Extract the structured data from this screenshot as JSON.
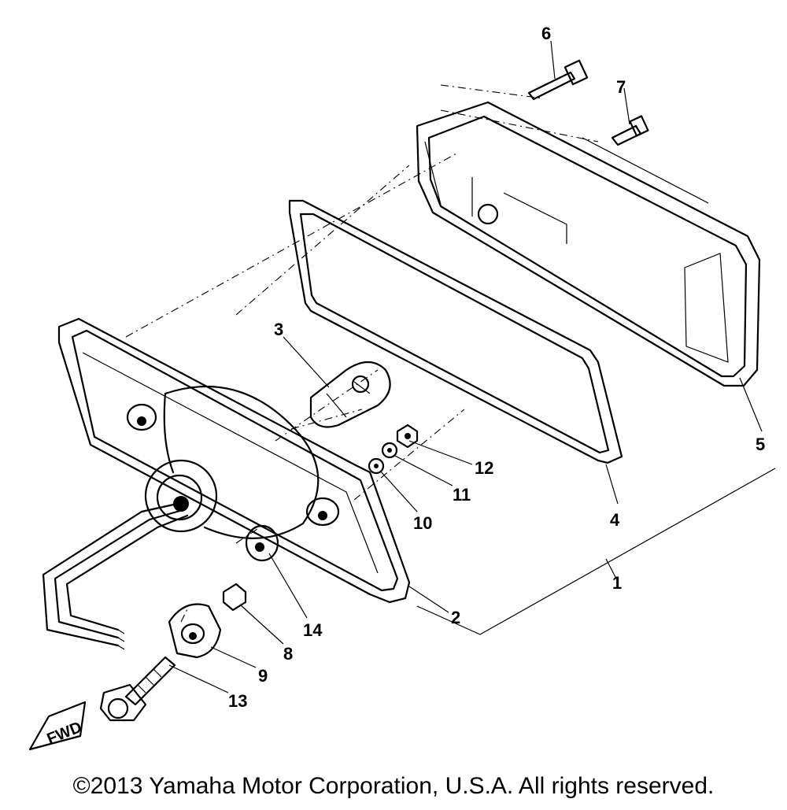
{
  "diagram": {
    "callouts": [
      {
        "id": "callout-1",
        "label": "1"
      },
      {
        "id": "callout-2",
        "label": "2"
      },
      {
        "id": "callout-3",
        "label": "3"
      },
      {
        "id": "callout-4",
        "label": "4"
      },
      {
        "id": "callout-5",
        "label": "5"
      },
      {
        "id": "callout-6",
        "label": "6"
      },
      {
        "id": "callout-7",
        "label": "7"
      },
      {
        "id": "callout-8",
        "label": "8"
      },
      {
        "id": "callout-9",
        "label": "9"
      },
      {
        "id": "callout-10",
        "label": "10"
      },
      {
        "id": "callout-11",
        "label": "11"
      },
      {
        "id": "callout-12",
        "label": "12"
      },
      {
        "id": "callout-13",
        "label": "13"
      },
      {
        "id": "callout-14",
        "label": "14"
      }
    ],
    "direction_badge": "FWD"
  },
  "footer": {
    "copyright": "©2013 Yamaha Motor Corporation, U.S.A. All rights reserved."
  }
}
